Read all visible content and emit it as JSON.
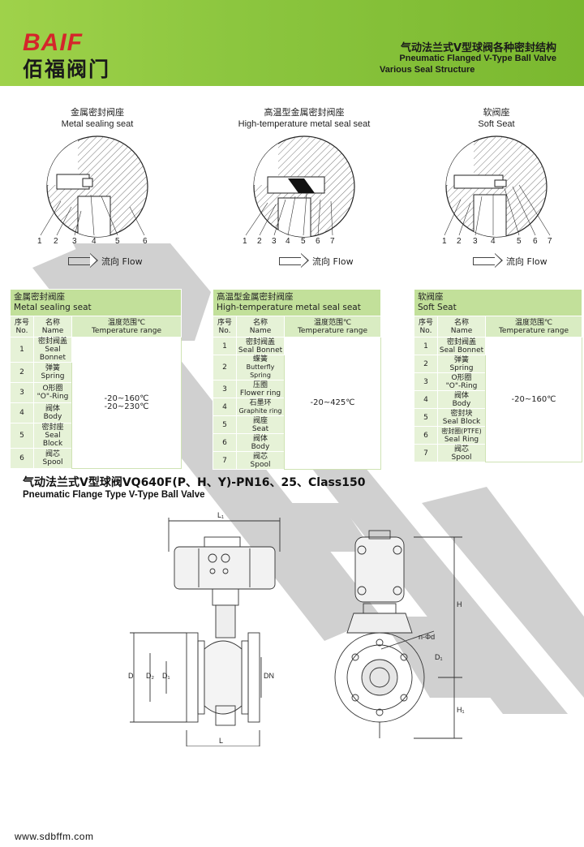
{
  "header": {
    "brand_en": "BAIF",
    "brand_cn": "佰福阀门",
    "title_cn": "气动法兰式V型球阀各种密封结构",
    "title_en_1": "Pneumatic Flanged V-Type Ball Valve",
    "title_en_2": "Various Seal Structure"
  },
  "seats": [
    {
      "cn": "金属密封阀座",
      "en": "Metal sealing seat",
      "labels": [
        "1",
        "2",
        "3",
        "4",
        "5",
        "6"
      ]
    },
    {
      "cn": "高温型金属密封阀座",
      "en": "High-temperature metal seal seat",
      "labels": [
        "1",
        "2",
        "3",
        "4",
        "5",
        "6",
        "7"
      ]
    },
    {
      "cn": "软阀座",
      "en": "Soft Seat",
      "labels": [
        "1",
        "2",
        "3",
        "4",
        "5",
        "6",
        "7"
      ]
    }
  ],
  "flow_label": "流向 Flow",
  "table_head": {
    "no_cn": "序号",
    "no_en": "No.",
    "name_cn": "名称",
    "name_en": "Name",
    "temp_cn": "温度范围℃",
    "temp_en": "Temperature range"
  },
  "tables": [
    {
      "cap_cn": "金属密封阀座",
      "cap_en": "Metal sealing seat",
      "temp_1": "-20~160℃",
      "temp_2": "-20~230℃",
      "rows": [
        {
          "no": "1",
          "cn": "密封阀盖",
          "en": "Seal Bonnet"
        },
        {
          "no": "2",
          "cn": "弹簧",
          "en": "Spring"
        },
        {
          "no": "3",
          "cn": "O形圈",
          "en": "\"O\"-Ring"
        },
        {
          "no": "4",
          "cn": "阀体",
          "en": "Body"
        },
        {
          "no": "5",
          "cn": "密封座",
          "en": "Seal Block"
        },
        {
          "no": "6",
          "cn": "阀芯",
          "en": "Spool"
        }
      ]
    },
    {
      "cap_cn": "高温型金属密封阀座",
      "cap_en": "High-temperature metal seal seat",
      "temp_1": "-20~425℃",
      "rows": [
        {
          "no": "1",
          "cn": "密封阀盖",
          "en": "Seal Bonnet"
        },
        {
          "no": "2",
          "cn": "蝶簧",
          "en": "Butterfly Spring"
        },
        {
          "no": "3",
          "cn": "压圈",
          "en": "Flower ring"
        },
        {
          "no": "4",
          "cn": "石墨环",
          "en": "Graphite ring"
        },
        {
          "no": "5",
          "cn": "阀座",
          "en": "Seat"
        },
        {
          "no": "6",
          "cn": "阀体",
          "en": "Body"
        },
        {
          "no": "7",
          "cn": "阀芯",
          "en": "Spool"
        }
      ]
    },
    {
      "cap_cn": "软阀座",
      "cap_en": "Soft Seat",
      "temp_1": "-20~160℃",
      "rows": [
        {
          "no": "1",
          "cn": "密封阀盖",
          "en": "Seal Bonnet"
        },
        {
          "no": "2",
          "cn": "弹簧",
          "en": "Spring"
        },
        {
          "no": "3",
          "cn": "O形圈",
          "en": "\"O\"-Ring"
        },
        {
          "no": "4",
          "cn": "阀体",
          "en": "Body"
        },
        {
          "no": "5",
          "cn": "密封块",
          "en": "Seal Block"
        },
        {
          "no": "6",
          "cn": "密封圈(PTFE)",
          "en": "Seal Ring"
        },
        {
          "no": "7",
          "cn": "阀芯",
          "en": "Spool"
        }
      ]
    }
  ],
  "product": {
    "title_cn": "气动法兰式V型球阀VQ640F(P、H、Y)-PN16、25、Class150",
    "title_en": "Pneumatic Flange Type V-Type Ball Valve"
  },
  "dims": {
    "L1": "L₁",
    "D": "D",
    "D2": "D₂",
    "D1": "D₁",
    "DN": "DN",
    "L": "L",
    "H": "H",
    "H1": "H₁",
    "nd": "n-Φd",
    "D1r": "D₁"
  },
  "footer": {
    "url": "www.sdbffm.com"
  },
  "colors": {
    "header_green": "#8cc63f",
    "brand_red": "#d4262b",
    "table_green": "#c2e09a",
    "watermark_gray": "#c8c8c8"
  }
}
